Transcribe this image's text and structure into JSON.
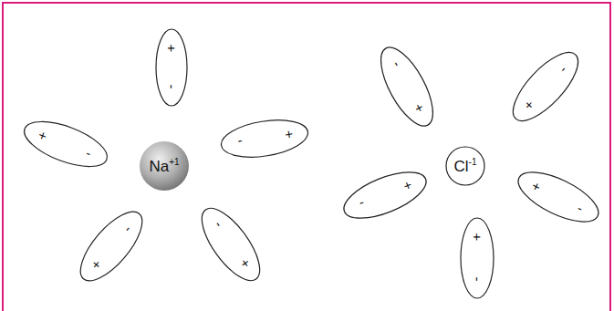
{
  "diagram": {
    "nodes": [
      {
        "text": [
          "Na",
          "+1"
        ]
      },
      {
        "text": [
          "+",
          "-"
        ]
      },
      {
        "text": [
          "+",
          "-"
        ]
      },
      {
        "text": [
          "+",
          "-"
        ]
      },
      {
        "text": [
          "+",
          "-"
        ]
      },
      {
        "text": [
          "+",
          "-"
        ]
      },
      {
        "text": [
          "Cl",
          "-1"
        ]
      },
      {
        "text": [
          "+",
          "-"
        ]
      },
      {
        "text": [
          "+",
          "-"
        ]
      },
      {
        "text": [
          "+",
          "-"
        ]
      },
      {
        "text": [
          "+",
          "-"
        ]
      },
      {
        "text": [
          "+",
          "-"
        ]
      }
    ]
  }
}
